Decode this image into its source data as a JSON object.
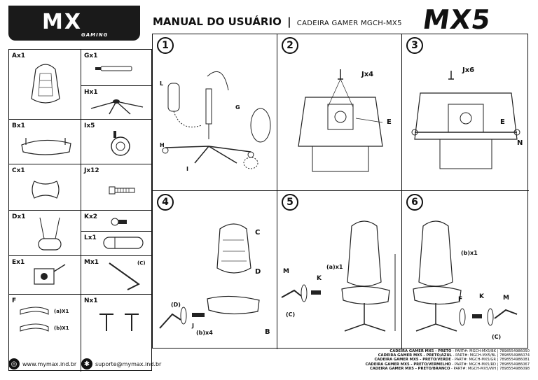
{
  "header": {
    "logo_text": "MX",
    "logo_sub": "GAMING",
    "title": "MANUAL DO USUÁRIO",
    "separator": "|",
    "subtitle": "CADEIRA GAMER MGCH-MX5",
    "brand_mark": "MX5"
  },
  "parts": [
    {
      "label": "Ax1"
    },
    {
      "label": "Gx1"
    },
    {
      "label": "Hx1"
    },
    {
      "label": "Bx1"
    },
    {
      "label": "Ix5"
    },
    {
      "label": "Cx1"
    },
    {
      "label": "Jx12"
    },
    {
      "label": "Dx1"
    },
    {
      "label": "Kx2"
    },
    {
      "label": "Lx1"
    },
    {
      "label": "Ex1"
    },
    {
      "label": "Mx1"
    },
    {
      "label": "F"
    },
    {
      "label": "Nx1"
    }
  ],
  "part_extras": {
    "f_a": "(a)X1",
    "f_b": "(b)X1",
    "m_c": "(C)"
  },
  "steps": [
    {
      "number": "1",
      "callouts": [
        "L",
        "G",
        "H",
        "I"
      ]
    },
    {
      "number": "2",
      "callouts": [
        "Jx4",
        "E"
      ]
    },
    {
      "number": "3",
      "callouts": [
        "Jx6",
        "E",
        "N"
      ]
    },
    {
      "number": "4",
      "callouts": [
        "C",
        "D",
        "(D)",
        "J",
        "(b)x4",
        "B"
      ]
    },
    {
      "number": "5",
      "callouts": [
        "M",
        "K",
        "(a)x1",
        "(C)"
      ]
    },
    {
      "number": "6",
      "callouts": [
        "(b)x1",
        "F",
        "K",
        "M",
        "(C)"
      ]
    }
  ],
  "footer": {
    "website": "www.mymax.ind.br",
    "email": "suporte@mymax.ind.br",
    "skus": [
      {
        "name": "CADEIRA GAMER MX5 - PRETO",
        "detail": " - PART#: MGCH-MX5/BK | 7898554986050"
      },
      {
        "name": "CADEIRA GAMER MX5 - PRETO/AZUL",
        "detail": " - PART#: MGCH-MX5/BL | 7898554986074"
      },
      {
        "name": "CADEIRA GAMER MX5 - PRETO/VERDE",
        "detail": " - PART#: MGCH-MX5/GR | 7898554986081"
      },
      {
        "name": "CADEIRA GAMER MX5 - PRETO/VERMELHO",
        "detail": " - PART#: MGCH-MX5/RD | 7898554986067"
      },
      {
        "name": "CADEIRA GAMER MX5 - PRETO/BRANCO",
        "detail": " - PART#: MGCH-MX5/WH | 7898554986098"
      }
    ]
  }
}
